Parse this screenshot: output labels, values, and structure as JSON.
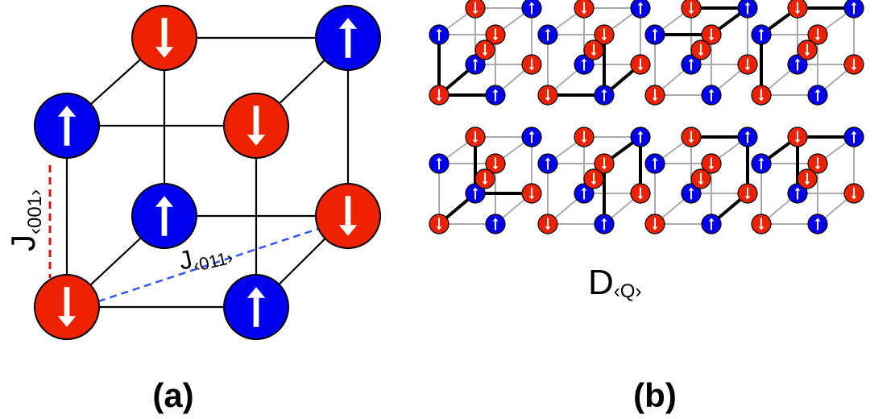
{
  "colors": {
    "spin_up": "#0000ee",
    "spin_down": "#ee2200",
    "edge": "#000000",
    "thin_edge": "#aaaaaa",
    "j001_line": "#e01010",
    "j011_line": "#3355ee"
  },
  "panel_a": {
    "label": "(a)",
    "j001_label": {
      "main": "J",
      "sub": "‹001›"
    },
    "j011_label": {
      "main": "J",
      "sub": "‹011›"
    },
    "spins": {
      "back_top_left": "down",
      "back_top_right": "up",
      "back_bottom_left": "up",
      "back_bottom_right": "down",
      "front_top_left": "up",
      "front_top_right": "down",
      "front_bottom_left": "down",
      "front_bottom_right": "up"
    }
  },
  "panel_b": {
    "label": "(b)",
    "d_label": {
      "main": "D",
      "sub": "‹Q›"
    },
    "center_spin": "down",
    "cube_count": 8
  }
}
